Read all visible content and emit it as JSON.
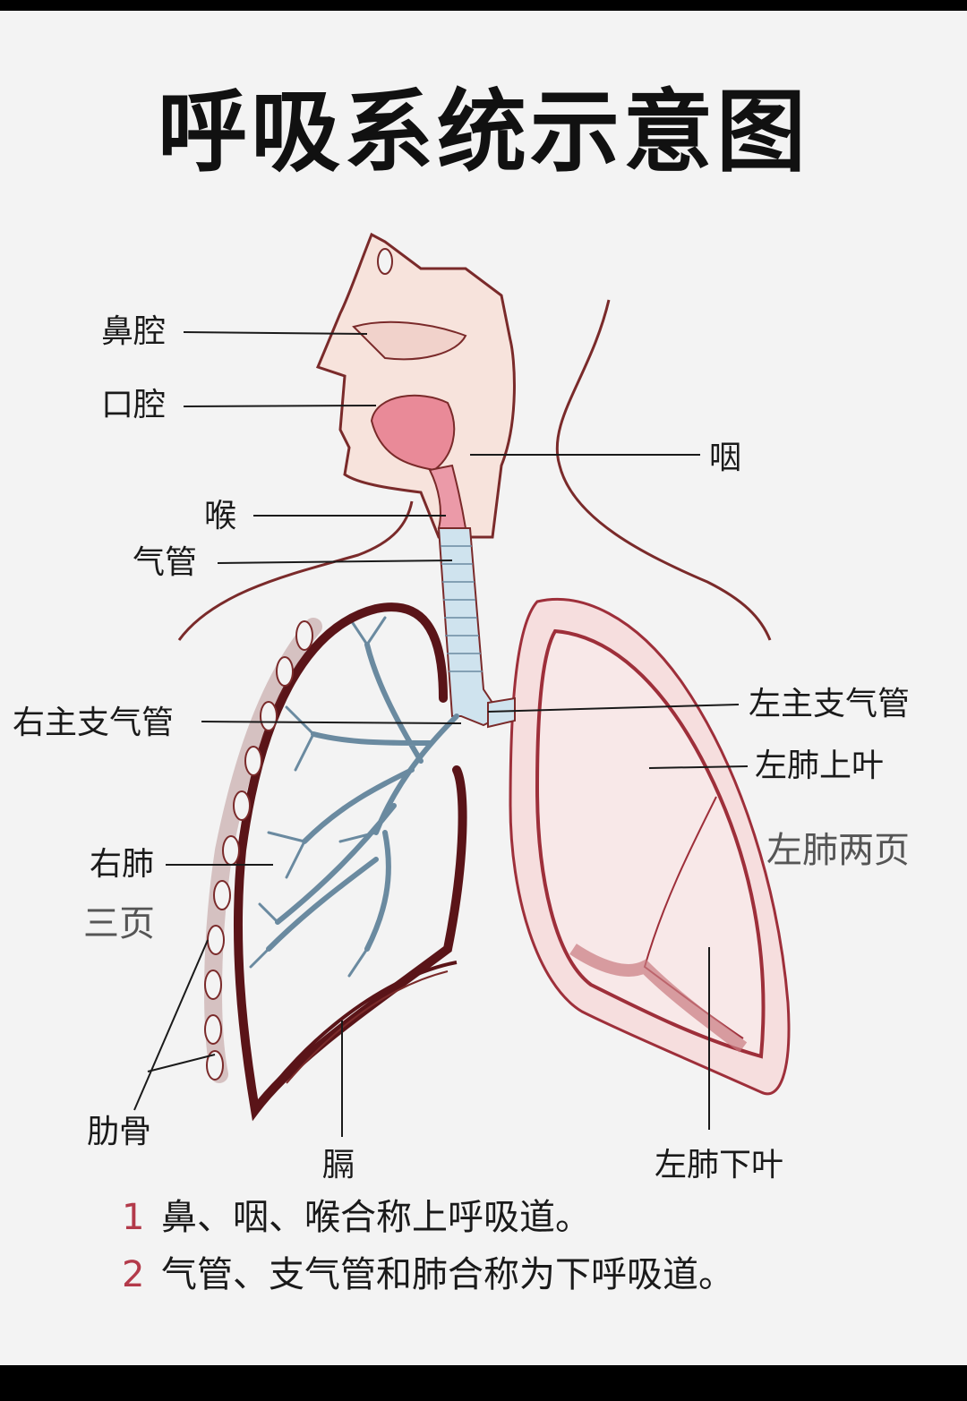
{
  "title": "呼吸系统示意图",
  "labels": {
    "nasal_cavity": "鼻腔",
    "oral_cavity": "口腔",
    "pharynx": "咽",
    "larynx": "喉",
    "trachea": "气管",
    "right_main_bronchus": "右主支气管",
    "left_main_bronchus": "左主支气管",
    "left_upper_lobe": "左肺上叶",
    "left_lung_lobes": "左肺两页",
    "right_lung": "右肺",
    "right_lung_lobes": "三页",
    "ribs": "肋骨",
    "diaphragm": "膈",
    "left_lower_lobe": "左肺下叶"
  },
  "notes": [
    {
      "num": "1",
      "text": "鼻、咽、喉合称上呼吸道。"
    },
    {
      "num": "2",
      "text": "气管、支气管和肺合称为下呼吸道。"
    }
  ],
  "colors": {
    "outline": "#7a2a2a",
    "skin": "#f7e3dc",
    "mouth": "#e98a98",
    "trachea": "#cfe3ee",
    "lung": "#f6dede",
    "pleura": "#9e2f3a",
    "diaphragm": "#5a1418"
  }
}
